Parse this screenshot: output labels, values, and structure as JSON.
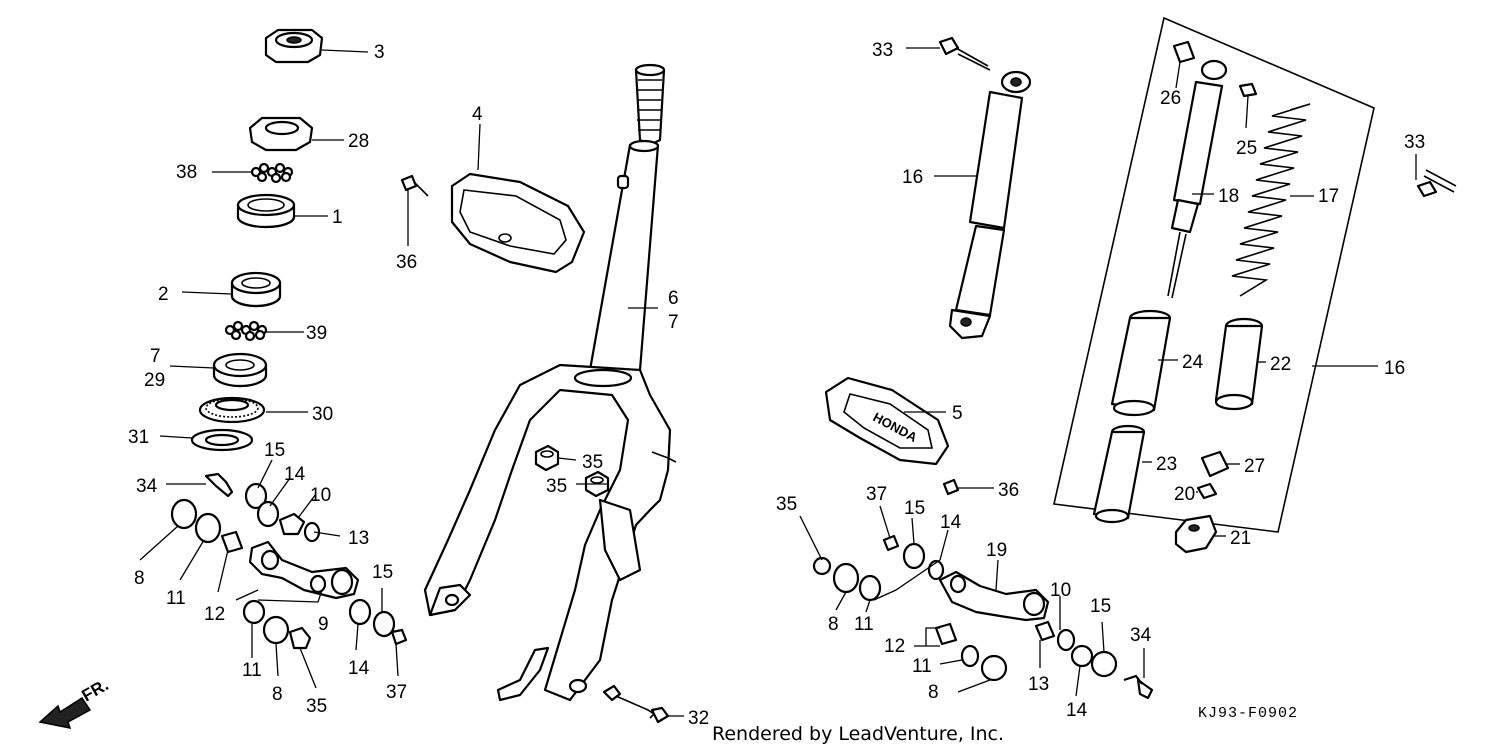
{
  "diagram": {
    "part_labels": [
      {
        "id": "p3",
        "text": "3"
      },
      {
        "id": "p28",
        "text": "28"
      },
      {
        "id": "p38",
        "text": "38"
      },
      {
        "id": "p1",
        "text": "1"
      },
      {
        "id": "p2",
        "text": "2"
      },
      {
        "id": "p39",
        "text": "39"
      },
      {
        "id": "p7a",
        "text": "7"
      },
      {
        "id": "p29",
        "text": "29"
      },
      {
        "id": "p30",
        "text": "30"
      },
      {
        "id": "p31",
        "text": "31"
      },
      {
        "id": "p15a",
        "text": "15"
      },
      {
        "id": "p34a",
        "text": "34"
      },
      {
        "id": "p14a",
        "text": "14"
      },
      {
        "id": "p10a",
        "text": "10"
      },
      {
        "id": "p13a",
        "text": "13"
      },
      {
        "id": "p8a",
        "text": "8"
      },
      {
        "id": "p11a",
        "text": "11"
      },
      {
        "id": "p12a",
        "text": "12"
      },
      {
        "id": "p9",
        "text": "9"
      },
      {
        "id": "p15b",
        "text": "15"
      },
      {
        "id": "p11b",
        "text": "11"
      },
      {
        "id": "p8b",
        "text": "8"
      },
      {
        "id": "p14b",
        "text": "14"
      },
      {
        "id": "p37a",
        "text": "37"
      },
      {
        "id": "p35a",
        "text": "35"
      },
      {
        "id": "p4",
        "text": "4"
      },
      {
        "id": "p36a",
        "text": "36"
      },
      {
        "id": "p6",
        "text": "6"
      },
      {
        "id": "p7b",
        "text": "7"
      },
      {
        "id": "p35b",
        "text": "35"
      },
      {
        "id": "p35c",
        "text": "35"
      },
      {
        "id": "p32",
        "text": "32"
      },
      {
        "id": "p33a",
        "text": "33"
      },
      {
        "id": "p16a",
        "text": "16"
      },
      {
        "id": "p5",
        "text": "5"
      },
      {
        "id": "p36b",
        "text": "36"
      },
      {
        "id": "p37b",
        "text": "37"
      },
      {
        "id": "p35d",
        "text": "35"
      },
      {
        "id": "p15c",
        "text": "15"
      },
      {
        "id": "p14c",
        "text": "14"
      },
      {
        "id": "p19",
        "text": "19"
      },
      {
        "id": "p8c",
        "text": "8"
      },
      {
        "id": "p11c",
        "text": "11"
      },
      {
        "id": "p12b",
        "text": "12"
      },
      {
        "id": "p11d",
        "text": "11"
      },
      {
        "id": "p8d",
        "text": "8"
      },
      {
        "id": "p10b",
        "text": "10"
      },
      {
        "id": "p13b",
        "text": "13"
      },
      {
        "id": "p15d",
        "text": "15"
      },
      {
        "id": "p14d",
        "text": "14"
      },
      {
        "id": "p34b",
        "text": "34"
      },
      {
        "id": "p26",
        "text": "26"
      },
      {
        "id": "p25",
        "text": "25"
      },
      {
        "id": "p18",
        "text": "18"
      },
      {
        "id": "p17",
        "text": "17"
      },
      {
        "id": "p33b",
        "text": "33"
      },
      {
        "id": "p24",
        "text": "24"
      },
      {
        "id": "p22",
        "text": "22"
      },
      {
        "id": "p16b",
        "text": "16"
      },
      {
        "id": "p23",
        "text": "23"
      },
      {
        "id": "p27",
        "text": "27"
      },
      {
        "id": "p20",
        "text": "20"
      },
      {
        "id": "p21",
        "text": "21"
      }
    ],
    "direction_label": "FR.",
    "diagram_code": "KJ93-F0902",
    "credit": "Rendered by LeadVenture, Inc.",
    "logo_text": "HONDA"
  }
}
